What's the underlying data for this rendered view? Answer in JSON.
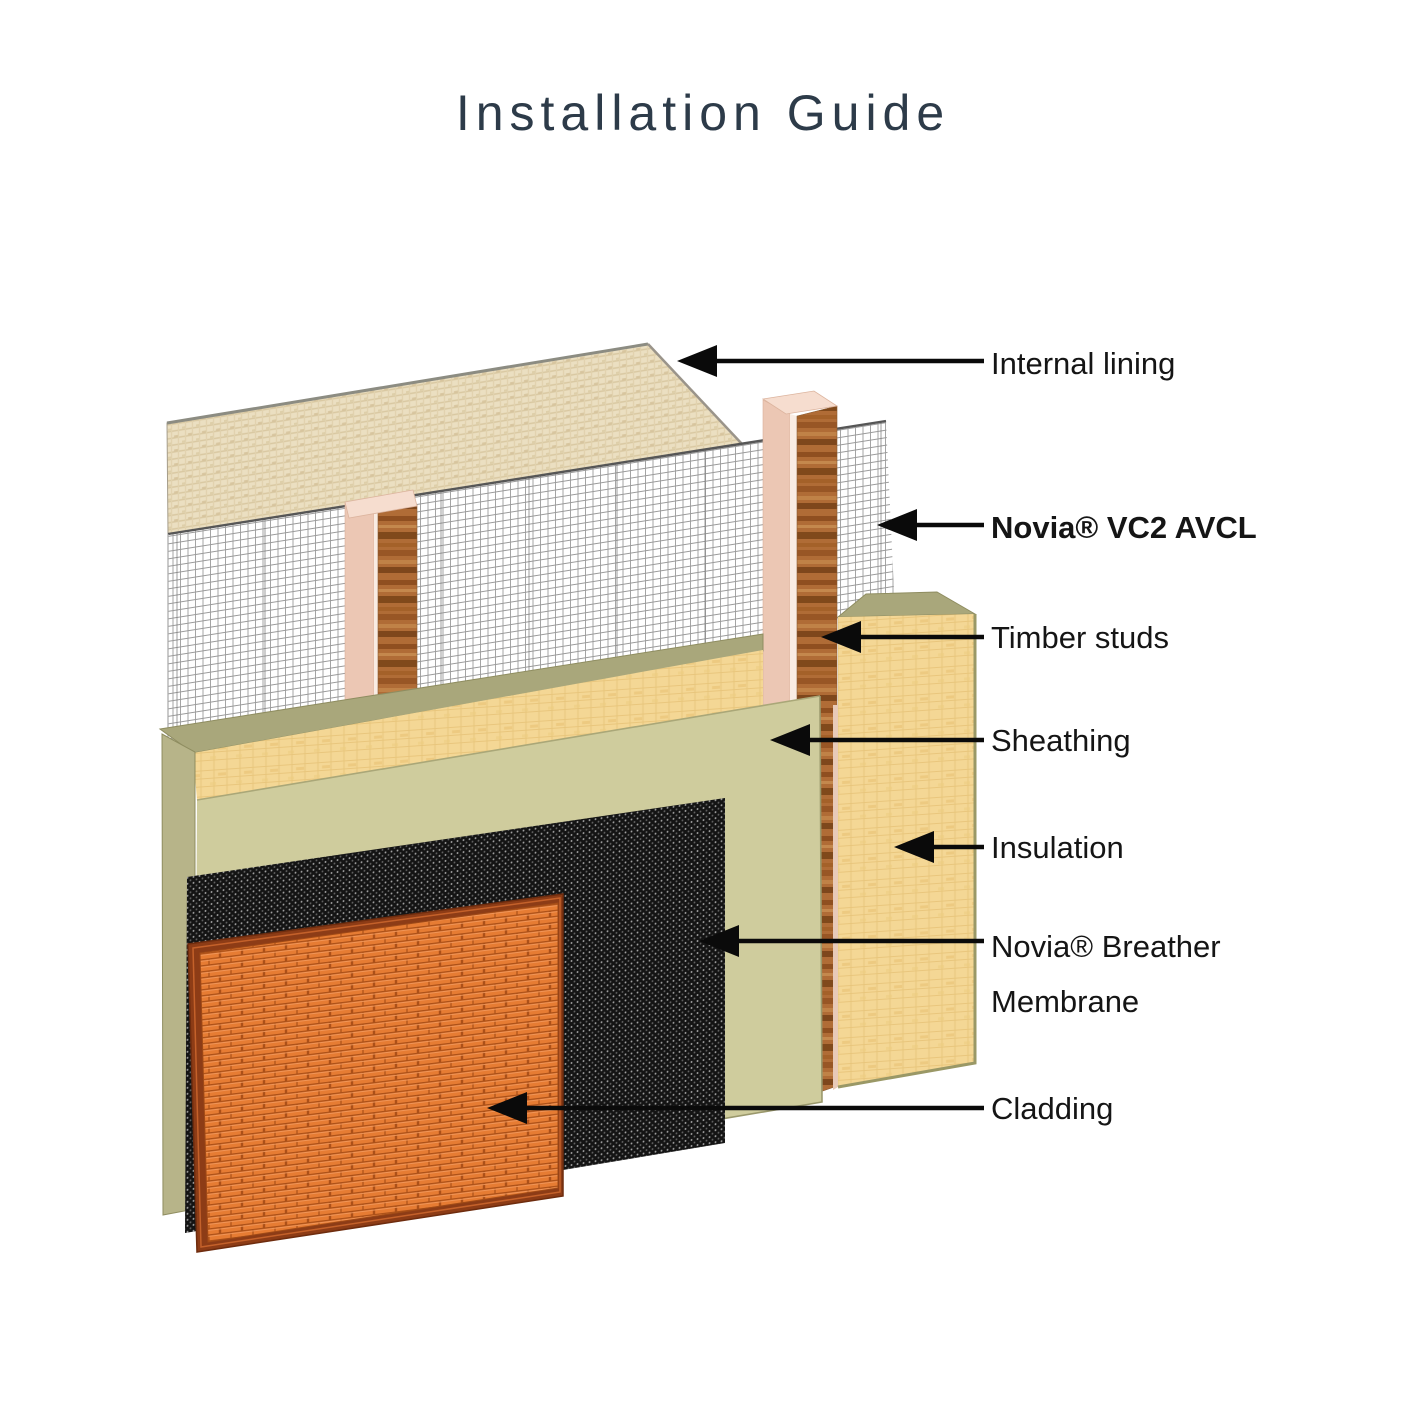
{
  "title": "Installation Guide",
  "diagram": {
    "labels": {
      "internal_lining": "Internal lining",
      "vc2_avcl": "Novia® VC2 AVCL",
      "timber_studs": "Timber studs",
      "sheathing": "Sheathing",
      "insulation": "Insulation",
      "breather_line1": "Novia® Breather",
      "breather_line2": "Membrane",
      "cladding": "Cladding"
    },
    "colors": {
      "title_text": "#2d3b49",
      "label_text": "#151515",
      "arrow": "#0a0a0a",
      "lining_base": "#ebdfc1",
      "mesh_line": "#8f8f8f",
      "stud_pink": "#ecc7b4",
      "stud_top": "#f6ddcf",
      "stud_wood": "#b06c36",
      "insulation_base": "#f4d795",
      "olive_top": "#a9a77b",
      "sheathing_face": "#cfcc9d",
      "sheathing_edge": "#b7b489",
      "membrane_black": "#141414",
      "cladding_brick": "#e67c33",
      "cladding_border": "#8d3c16"
    }
  }
}
